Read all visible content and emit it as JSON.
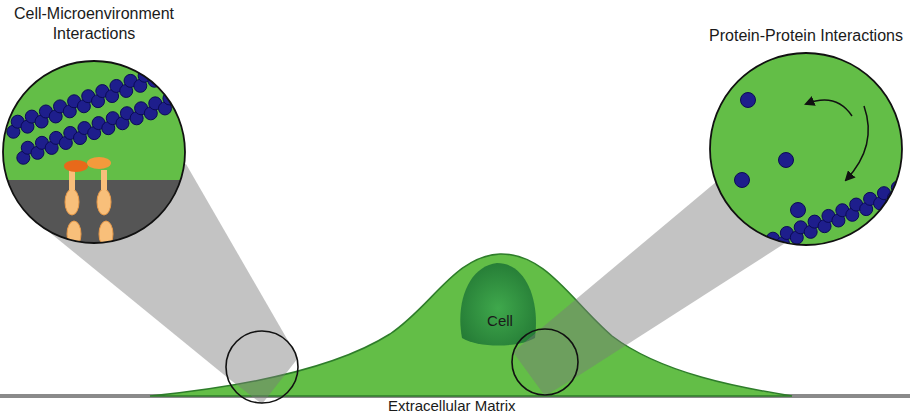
{
  "diagram": {
    "nodes": [
      {
        "text": [
          "Cell-Microenvironment Interactions"
        ]
      },
      {
        "text": [
          "Protein-Protein Interactions"
        ]
      },
      {
        "text": [
          "Cell"
        ]
      }
    ],
    "labels": [
      "Extracellular Matrix"
    ]
  }
}
